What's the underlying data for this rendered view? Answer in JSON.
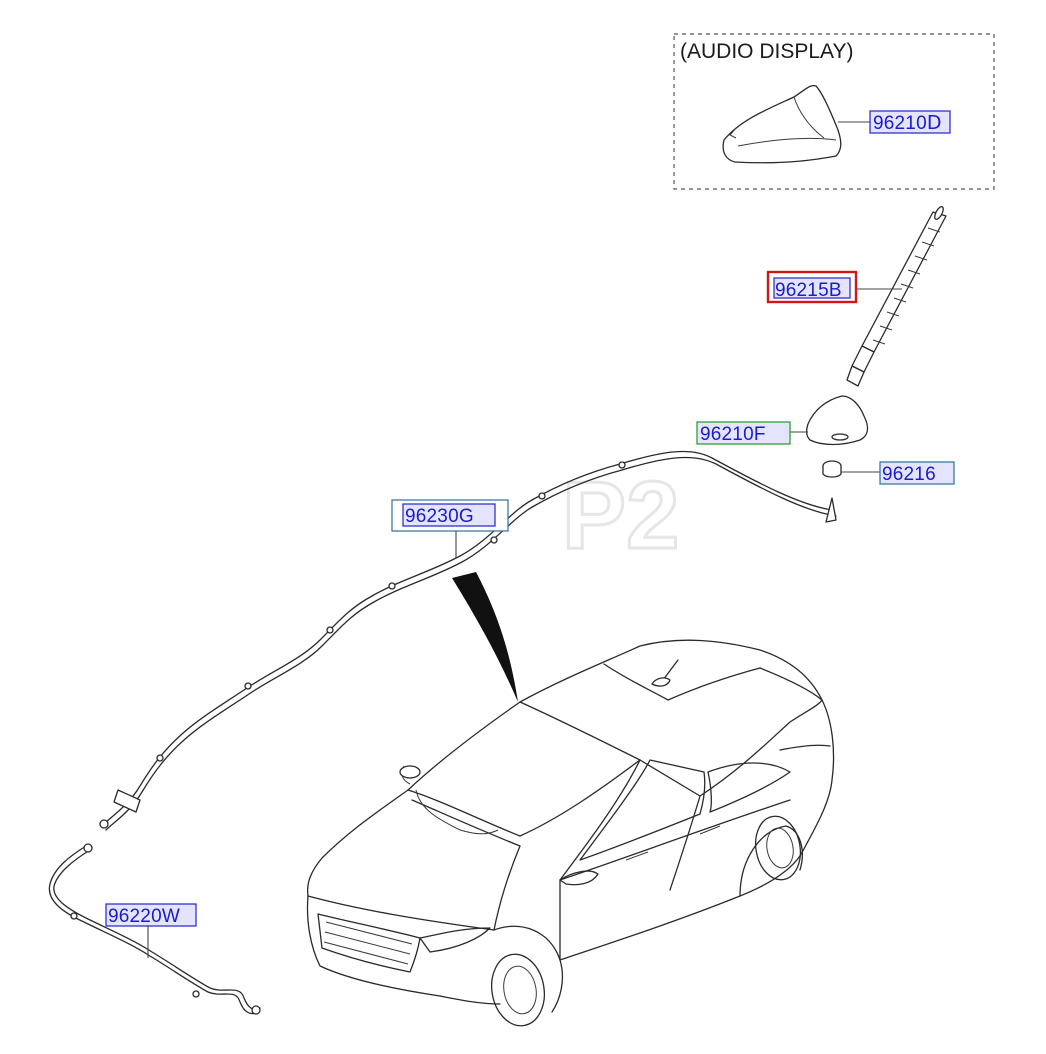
{
  "diagram": {
    "inset_title": "(AUDIO DISPLAY)",
    "watermark": "P2",
    "colors": {
      "code_text": "#1a1ad0",
      "code_box_blue": "#2222cc",
      "code_box_red": "#d01818",
      "code_box_green": "#229922",
      "code_box_gray": "#2d6f9e"
    },
    "parts": [
      {
        "code": "96210D",
        "display": "96210Ⅾ",
        "description_icon": "shark-fin-antenna-icon"
      },
      {
        "code": "96215B",
        "display": "96215B",
        "highlighted": true
      },
      {
        "code": "96210F",
        "display": "96210F"
      },
      {
        "code": "96216",
        "display": "96216"
      },
      {
        "code": "96230G",
        "display": "96230G"
      },
      {
        "code": "96220W",
        "display": "96220W"
      }
    ]
  }
}
